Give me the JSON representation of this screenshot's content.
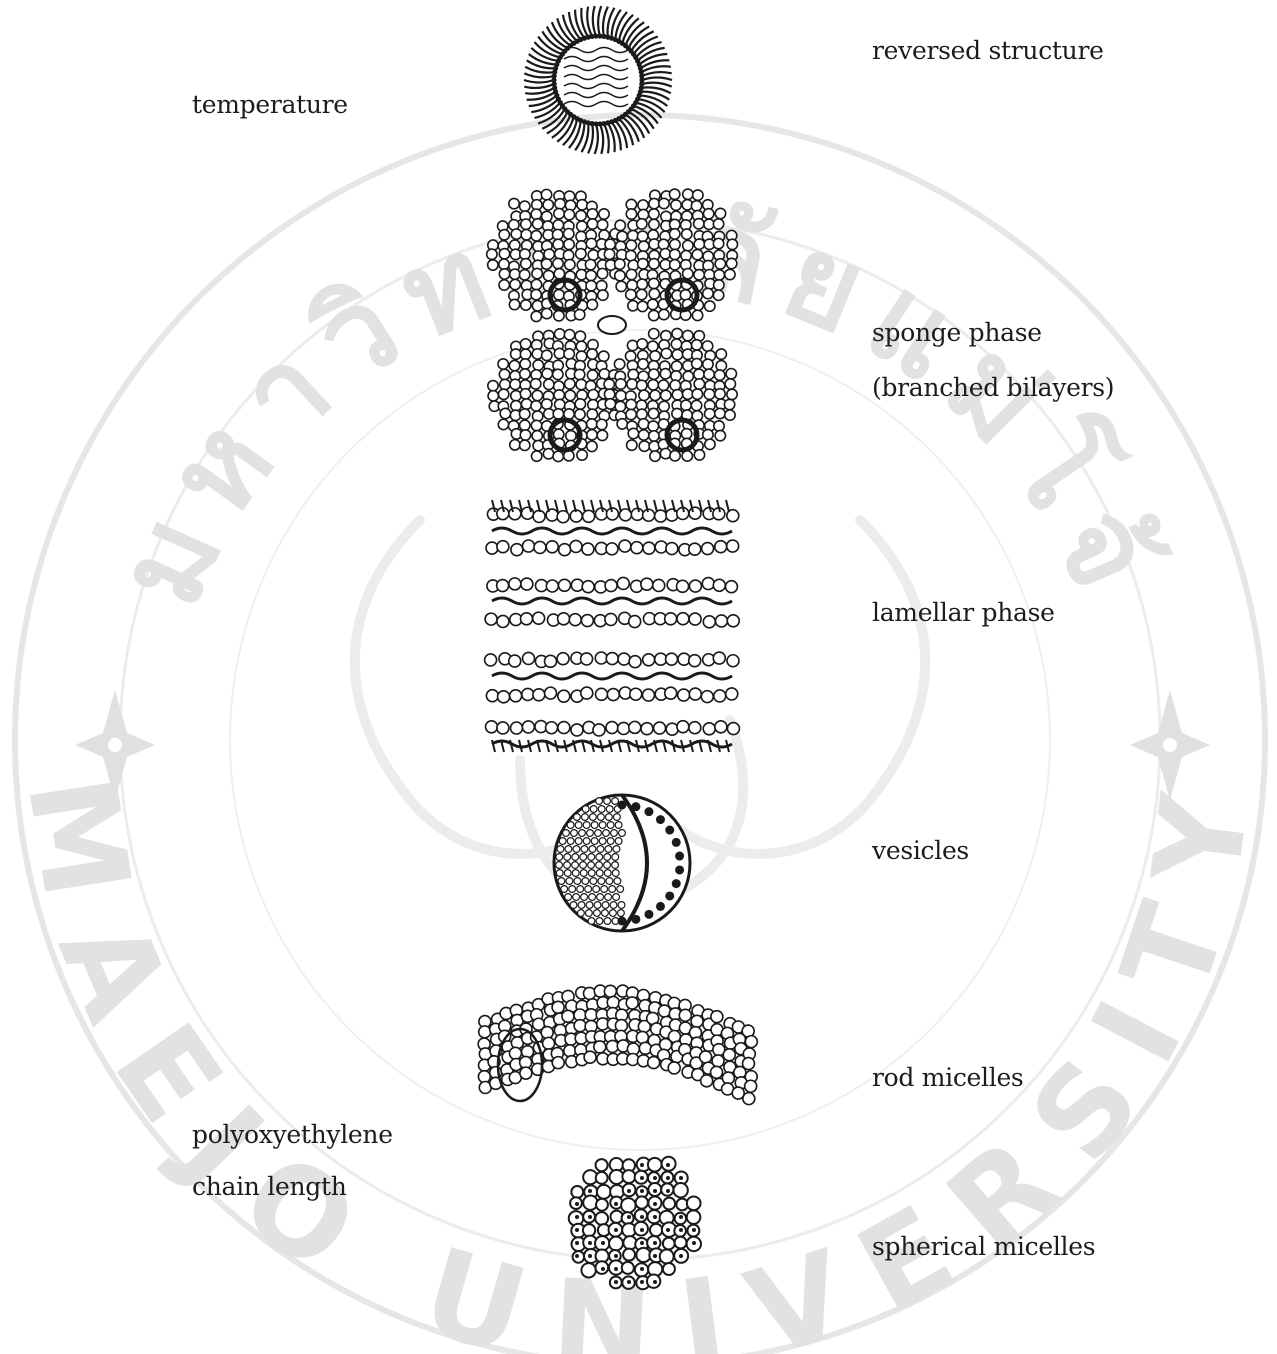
{
  "labels": {
    "reversed": "reversed structure",
    "temperature": "temperature",
    "sponge_line1": "sponge phase",
    "sponge_line2": "(branched bilayers)",
    "lamellar": "lamellar phase",
    "vesicles": "vesicles",
    "rod": "rod micelles",
    "poly_line1": "polyoxyethylene",
    "poly_line2": "chain length",
    "spherical": "spherical micelles"
  },
  "watermark": {
    "text_top": "มหาวิทยาลัยแม่โจ้",
    "text_bottom": "MAEJO UNIVERSITY",
    "color": "#dcdcdc"
  },
  "ink_color": "#1a1a1a"
}
